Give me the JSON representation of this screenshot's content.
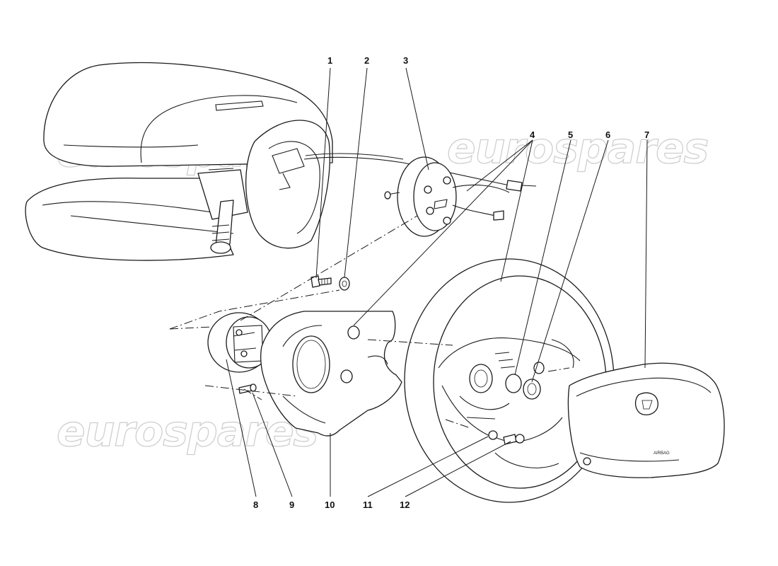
{
  "watermark": {
    "text": "eurospares",
    "color": "#cfcfcf"
  },
  "callouts": [
    {
      "id": "1",
      "label": "1"
    },
    {
      "id": "2",
      "label": "2"
    },
    {
      "id": "3",
      "label": "3"
    },
    {
      "id": "4",
      "label": "4"
    },
    {
      "id": "5",
      "label": "5"
    },
    {
      "id": "6",
      "label": "6"
    },
    {
      "id": "7",
      "label": "7"
    },
    {
      "id": "8",
      "label": "8"
    },
    {
      "id": "9",
      "label": "9"
    },
    {
      "id": "10",
      "label": "10"
    },
    {
      "id": "11",
      "label": "11"
    },
    {
      "id": "12",
      "label": "12"
    }
  ],
  "airbag_label": "AIRBAG",
  "line_color": "#1a1a1a"
}
